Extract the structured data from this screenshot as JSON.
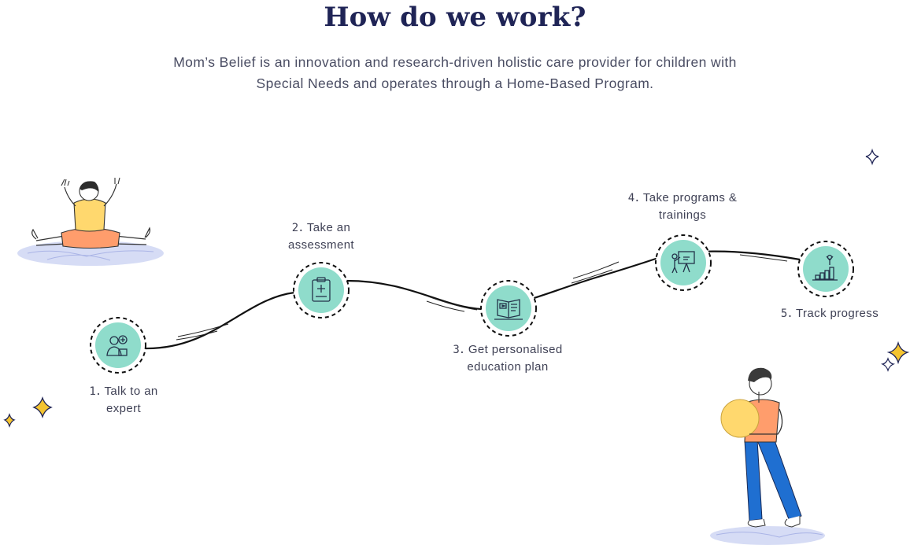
{
  "header": {
    "title": "How do we work?",
    "description": "Mom’s Belief is an innovation and research-driven holistic care provider for children with Special Needs and operates through a Home-Based Program."
  },
  "steps": [
    {
      "number": "1.",
      "line1": "Talk to an",
      "line2": "expert",
      "icon": "expert-consultation-icon"
    },
    {
      "number": "2.",
      "line1": "Take an",
      "line2": "assessment",
      "icon": "clipboard-medical-icon"
    },
    {
      "number": "3.",
      "line1": "Get personalised",
      "line2": "education plan",
      "icon": "book-video-icon"
    },
    {
      "number": "4.",
      "line1": "Take programs &",
      "line2": "trainings",
      "icon": "presentation-board-icon"
    },
    {
      "number": "5.",
      "line1": "Track progress",
      "line2": "",
      "icon": "growth-chart-icon"
    }
  ],
  "colors": {
    "title": "#1f2456",
    "text": "#3f4155",
    "icon_fill": "#8fdccb",
    "accent_star": "#f4c430",
    "path": "#111111"
  }
}
